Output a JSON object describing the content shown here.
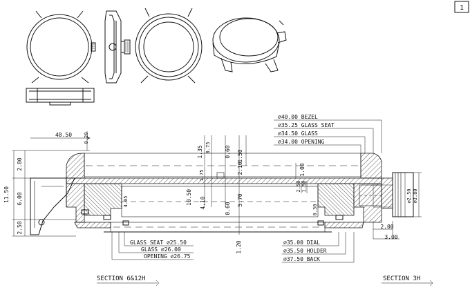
{
  "sheet_number": "1",
  "dims_left": {
    "width_top": "48.50",
    "offset_top": "0.20",
    "h1": "2.80",
    "h2": "6.00",
    "h3": "2.50",
    "total": "11.50"
  },
  "dims_center": {
    "d135": "1.35",
    "d075": "0.75",
    "d060a": "0.60",
    "d150": "1.50",
    "d175": "1.75",
    "d210": "2.10",
    "d1050": "10.50",
    "d410": "4.10",
    "d405": "4.05",
    "d060b": "0.60",
    "d570": "5.70",
    "d120": "1.20"
  },
  "dims_right": {
    "d100": "1.00",
    "d250": "2.50",
    "d150b": "1.50",
    "d030": "0.30",
    "d250b": "⌀2.50",
    "d380": "⌀3.80",
    "d200": "2.00",
    "d300": "3.00"
  },
  "top_callouts": [
    "⌀40.00 BEZEL",
    "⌀35.25 GLASS SEAT",
    "⌀34.50 GLASS",
    "⌀34.00 OPENING"
  ],
  "bottom_left_callouts": [
    "GLASS SEAT ⌀25.50",
    "GLASS ⌀26.00",
    "OPENING ⌀26.75"
  ],
  "bottom_right_callouts": [
    "⌀35.00 DIAL",
    "⌀35.50 HOLDER",
    "⌀37.50 BACK"
  ],
  "section_left": "SECTION 6&12H",
  "section_right": "SECTION 3H"
}
